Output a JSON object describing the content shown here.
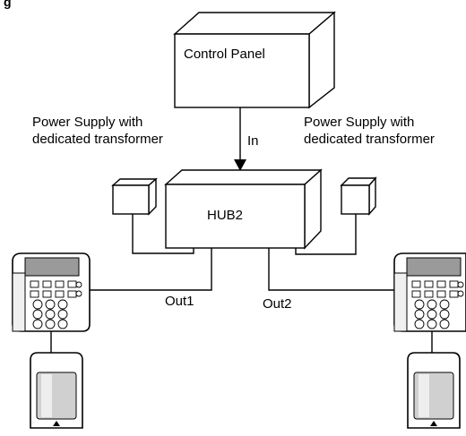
{
  "figure_label": "g",
  "control_panel": {
    "label": "Control Panel"
  },
  "hub": {
    "label": "HUB2"
  },
  "input_label": "In",
  "outputs": {
    "out1": "Out1",
    "out2": "Out2"
  },
  "power_supply_left": {
    "line1": "Power Supply with",
    "line2": "dedicated transformer"
  },
  "power_supply_right": {
    "line1": "Power Supply with",
    "line2": "dedicated transformer"
  },
  "colors": {
    "line": "#000000",
    "device_fill": "#e8e8e8",
    "screen": "#b0b0b0"
  }
}
